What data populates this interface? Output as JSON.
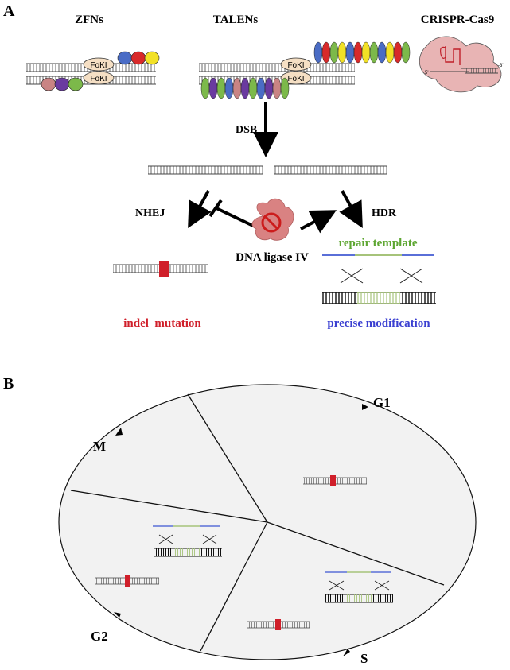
{
  "panel_a": {
    "label": "A",
    "tools": {
      "zfn": "ZFNs",
      "talen": "TALENs",
      "crispr": "CRISPR-Cas9"
    },
    "fokl": "FoKI",
    "dsb": "DSB",
    "nhej": "NHEJ",
    "hdr": "HDR",
    "ligase": "DNA ligase IV",
    "repair_template": "repair template",
    "indel": "indel  mutation",
    "precise": "precise modification",
    "colors": {
      "indel_red": "#d01f2a",
      "template_green": "#5da631",
      "precise_blue": "#3a3fd1",
      "template_line_blue": "#5a6fd8",
      "crispr_fill": "#e8b4b4",
      "ligase_fill": "#d98282"
    }
  },
  "panel_b": {
    "label": "B",
    "phases": {
      "g1": "G1",
      "s": "S",
      "g2": "G2",
      "m": "M"
    },
    "colors": {
      "fill": "#f2f2f2"
    }
  }
}
